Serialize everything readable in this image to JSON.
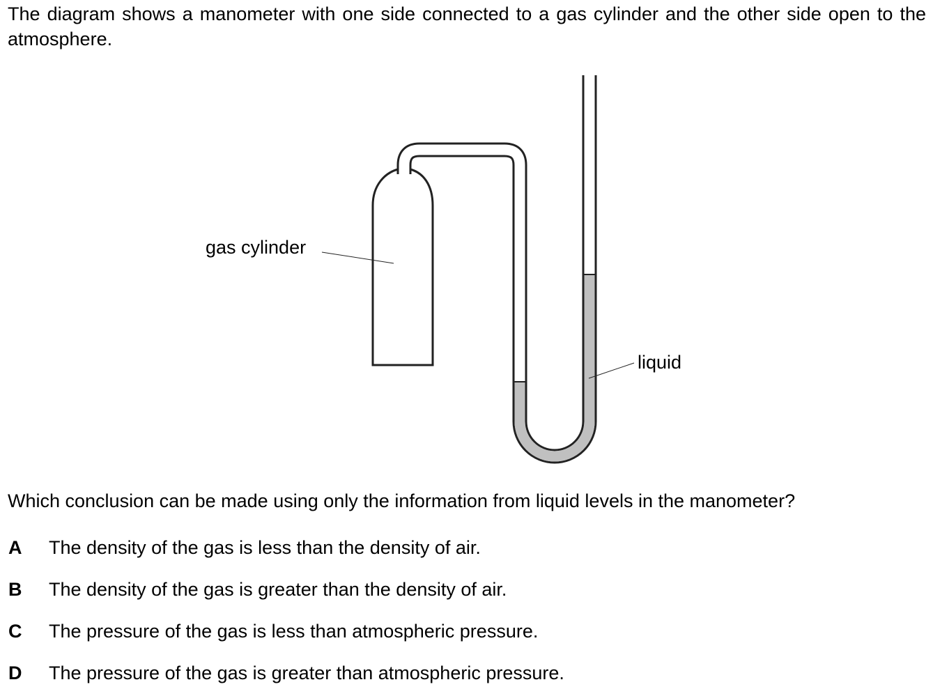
{
  "intro": "The diagram shows a manometer with one side connected to a gas cylinder and the other side open to the atmosphere.",
  "diagram": {
    "label_gas_cylinder": "gas cylinder",
    "label_liquid": "liquid",
    "liquid_color": "#c0c0c0"
  },
  "question": "Which conclusion can be made using only the information from liquid levels in the manometer?",
  "options": [
    {
      "letter": "A",
      "text": "The density of the gas is less than the density of air."
    },
    {
      "letter": "B",
      "text": "The density of the gas is greater than the density of air."
    },
    {
      "letter": "C",
      "text": "The pressure of the gas is less than atmospheric pressure."
    },
    {
      "letter": "D",
      "text": "The pressure of the gas is greater than atmospheric pressure."
    }
  ]
}
